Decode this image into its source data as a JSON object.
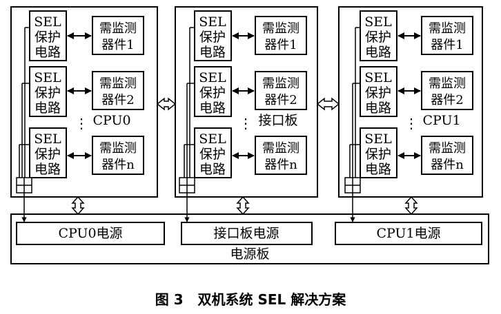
{
  "modules": [
    {
      "name": "CPU0",
      "sel": [
        "SEL",
        "保护",
        "电路"
      ],
      "device_lines": [
        [
          "需监测",
          "器件1"
        ],
        [
          "需监测",
          "器件2"
        ],
        [
          "需监测",
          "器件n"
        ]
      ],
      "dots": "⋮"
    },
    {
      "name": "接口板",
      "sel": [
        "SEL",
        "保护",
        "电路"
      ],
      "device_lines": [
        [
          "需监测",
          "器件1"
        ],
        [
          "需监测",
          "器件2"
        ],
        [
          "需监测",
          "器件n"
        ]
      ],
      "dots": "⋮"
    },
    {
      "name": "CPU1",
      "sel": [
        "SEL",
        "保护",
        "电路"
      ],
      "device_lines": [
        [
          "需监测",
          "器件1"
        ],
        [
          "需监测",
          "器件2"
        ],
        [
          "需监测",
          "器件n"
        ]
      ],
      "dots": "⋮"
    }
  ],
  "power_board": {
    "label": "电源板",
    "supplies": [
      "CPU0电源",
      "接口板电源",
      "CPU1电源"
    ]
  },
  "caption": "图 3   双机系统 SEL 解决方案"
}
